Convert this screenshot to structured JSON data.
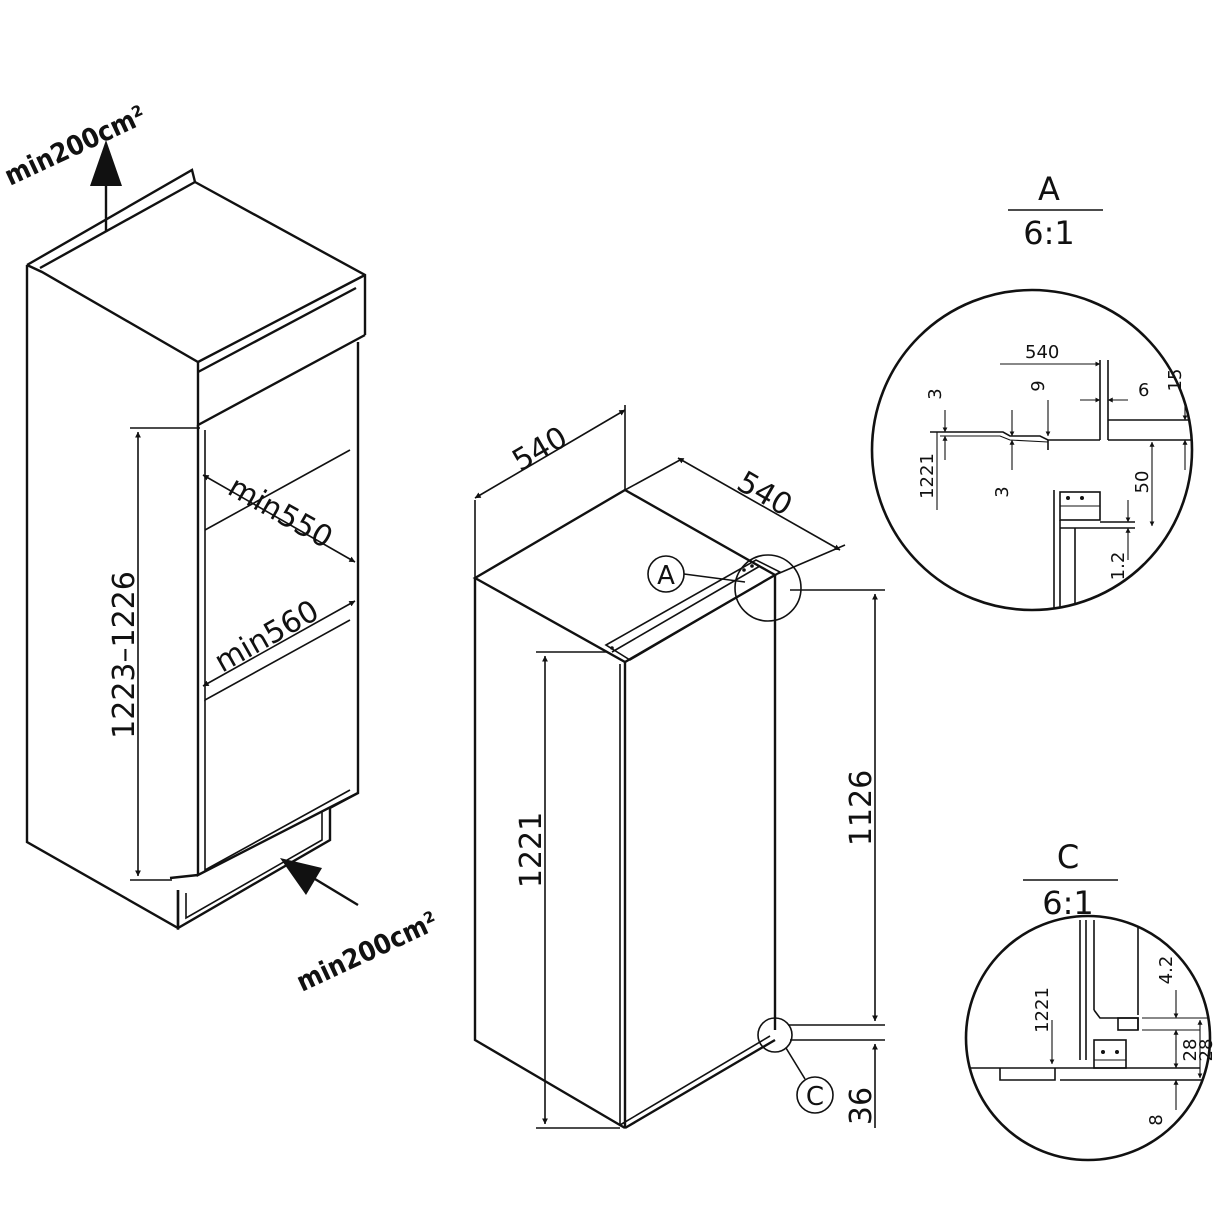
{
  "niche": {
    "vent_top": "min200cm²",
    "vent_bottom": "min200cm²",
    "height": "1223–1226",
    "depth": "min550",
    "width": "min560"
  },
  "appliance": {
    "width": "540",
    "depth": "540",
    "height": "1221",
    "door_height": "1126",
    "bottom_offset": "36",
    "marker_a": "A",
    "marker_c": "C"
  },
  "detail_a": {
    "label": "A",
    "scale": "6:1",
    "dims": [
      "540",
      "3",
      "9",
      "6",
      "15",
      "1221",
      "3",
      "50",
      "1.2"
    ]
  },
  "detail_c": {
    "label": "C",
    "scale": "6:1",
    "dims": [
      "1221",
      "4.2",
      "28",
      "28",
      "8"
    ]
  }
}
